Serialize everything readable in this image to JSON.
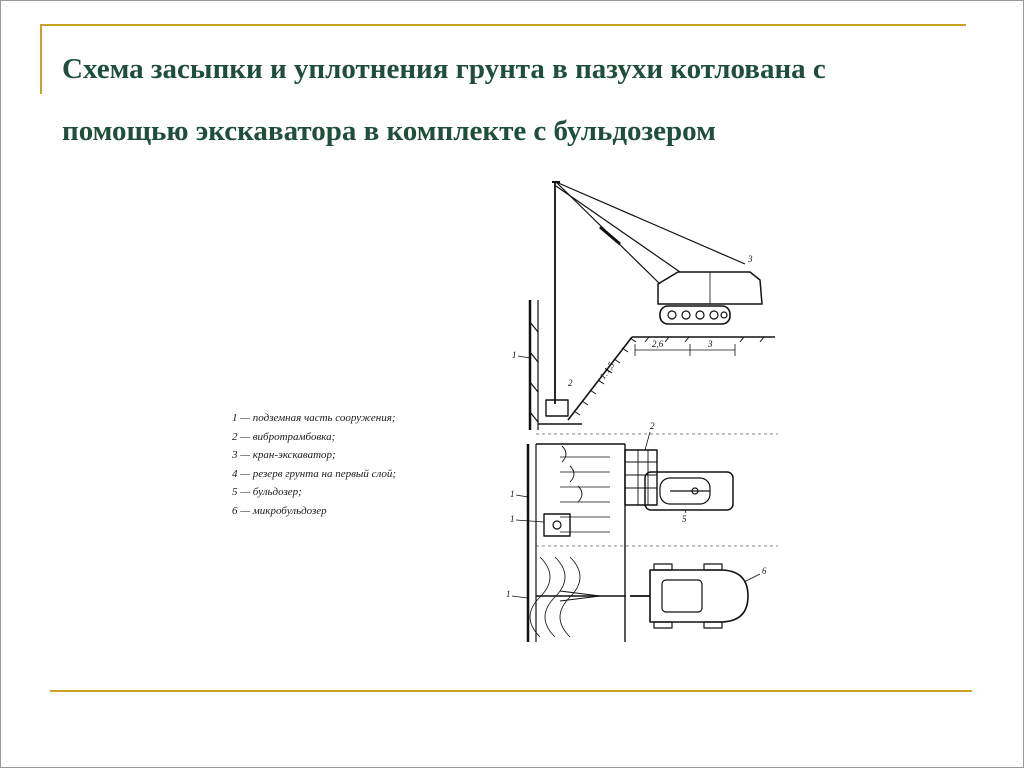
{
  "slide": {
    "title_line1": "Схема засыпки и уплотнения грунта в пазухи котлована с",
    "title_line2": "помощью экскаватора в комплекте с бульдозером"
  },
  "legend": {
    "items": [
      "1 — подземная часть сооружения;",
      "2 — вибротрамбовка;",
      "3 — кран-экскаватор;",
      "4 — резерв грунта на первый слой;",
      "5 — бульдозер;",
      "6 — микробульдозер"
    ]
  },
  "diagram": {
    "labels": {
      "n1_top": "1",
      "n2_top": "2",
      "n3": "3",
      "slope": "1:1,5",
      "dim_a": "2,6",
      "dim_b": "3",
      "n2_plan": "2",
      "n1_plan": "1",
      "n1_plan_b": "1",
      "n5": "5",
      "n6": "6",
      "n1_bottom": "1"
    },
    "colors": {
      "line": "#111111",
      "accent": "#c9a227",
      "title": "#1f4e3a"
    }
  }
}
